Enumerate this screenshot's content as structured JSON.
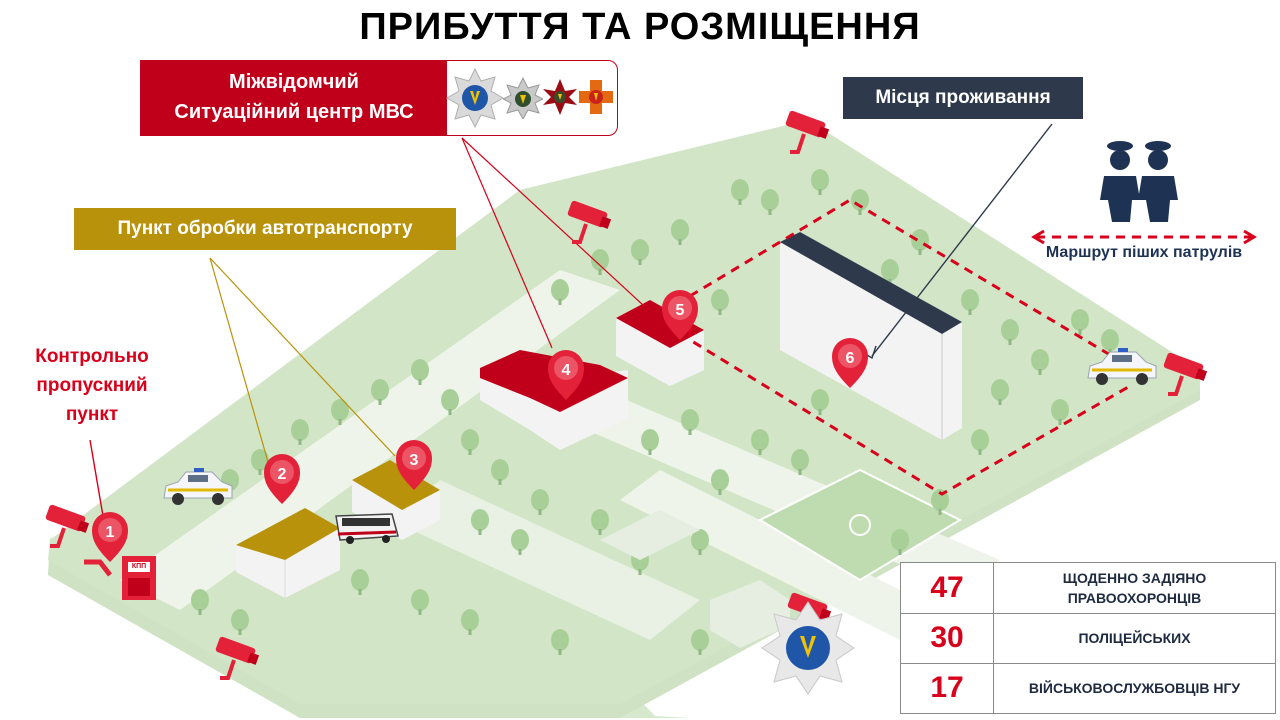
{
  "title": "ПРИБУТТЯ ТА РОЗМІЩЕННЯ",
  "situation_center": {
    "line1": "Міжвідомчий",
    "line2": "Ситуаційний центр МВС",
    "badges": [
      "police-emblem-icon",
      "ngu-emblem-icon",
      "army-cross-icon",
      "rescue-cross-icon"
    ]
  },
  "vehicle_processing_label": "Пункт обробки автотранспорту",
  "residence_label": "Місця проживання",
  "checkpoint_label": {
    "line1": "Контрольно",
    "line2": "пропускний",
    "line3": "пункт"
  },
  "checkpoint_booth_sign": "КПП",
  "patrol_route_label": "Маршрут піших патрулів",
  "markers": [
    "1",
    "2",
    "3",
    "4",
    "5",
    "6"
  ],
  "stats": [
    {
      "value": "47",
      "label_line1": "ЩОДЕННО ЗАДІЯНО",
      "label_line2": "ПРАВООХОРОНЦІВ"
    },
    {
      "value": "30",
      "label_line1": "ПОЛІЦЕЙСЬКИХ",
      "label_line2": ""
    },
    {
      "value": "17",
      "label_line1": "ВІЙСЬКОВОСЛУЖБОВЦІВ НГУ",
      "label_line2": ""
    }
  ],
  "colors": {
    "ground": "#cfe3c4",
    "path": "#eef4ea",
    "tree": "#a9cf99",
    "marker": "#e3223a",
    "accent_red": "#c0001a",
    "gold": "#b8920a",
    "navy": "#2e3a4b",
    "building_white": "#f3f3f3"
  }
}
